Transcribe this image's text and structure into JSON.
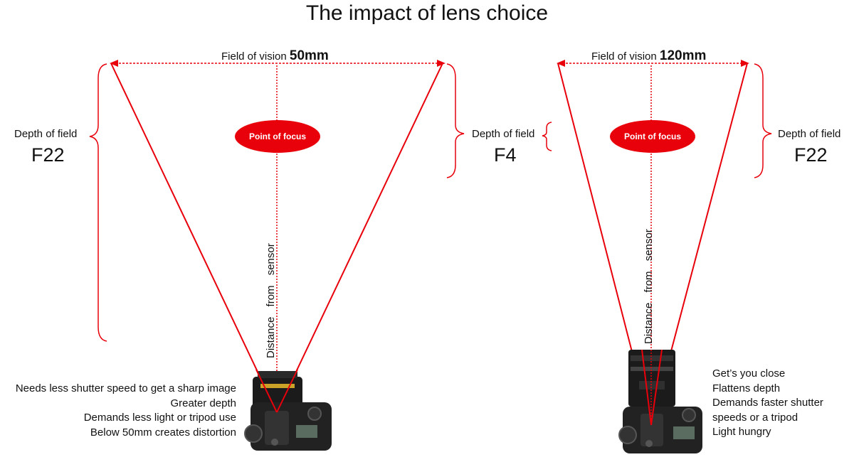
{
  "title": "The impact of lens choice",
  "left": {
    "fov_label": "Field of vision",
    "fov_value": "50mm",
    "dof_left_label": "Depth of field",
    "dof_left_fnumber": "F22",
    "dof_right_label": "Depth of field",
    "dof_right_fnumber": "F4",
    "point_of_focus": "Point of focus",
    "distance_label": "Distance from sensor",
    "notes": [
      "Needs less shutter speed to get a sharp image",
      "Greater depth",
      "Demands less light or tripod use",
      "Below 50mm creates distortion"
    ]
  },
  "right": {
    "fov_label": "Field of vision",
    "fov_value": "120mm",
    "dof_label": "Depth of field",
    "dof_fnumber": "F22",
    "point_of_focus": "Point of focus",
    "distance_label": "Distance from sensor",
    "notes": [
      "Get’s you close",
      "Flattens depth",
      "Demands faster shutter",
      "speeds or a tripod",
      "Light hungry"
    ]
  },
  "colors": {
    "accent": "#e8000b",
    "text": "#111111"
  }
}
